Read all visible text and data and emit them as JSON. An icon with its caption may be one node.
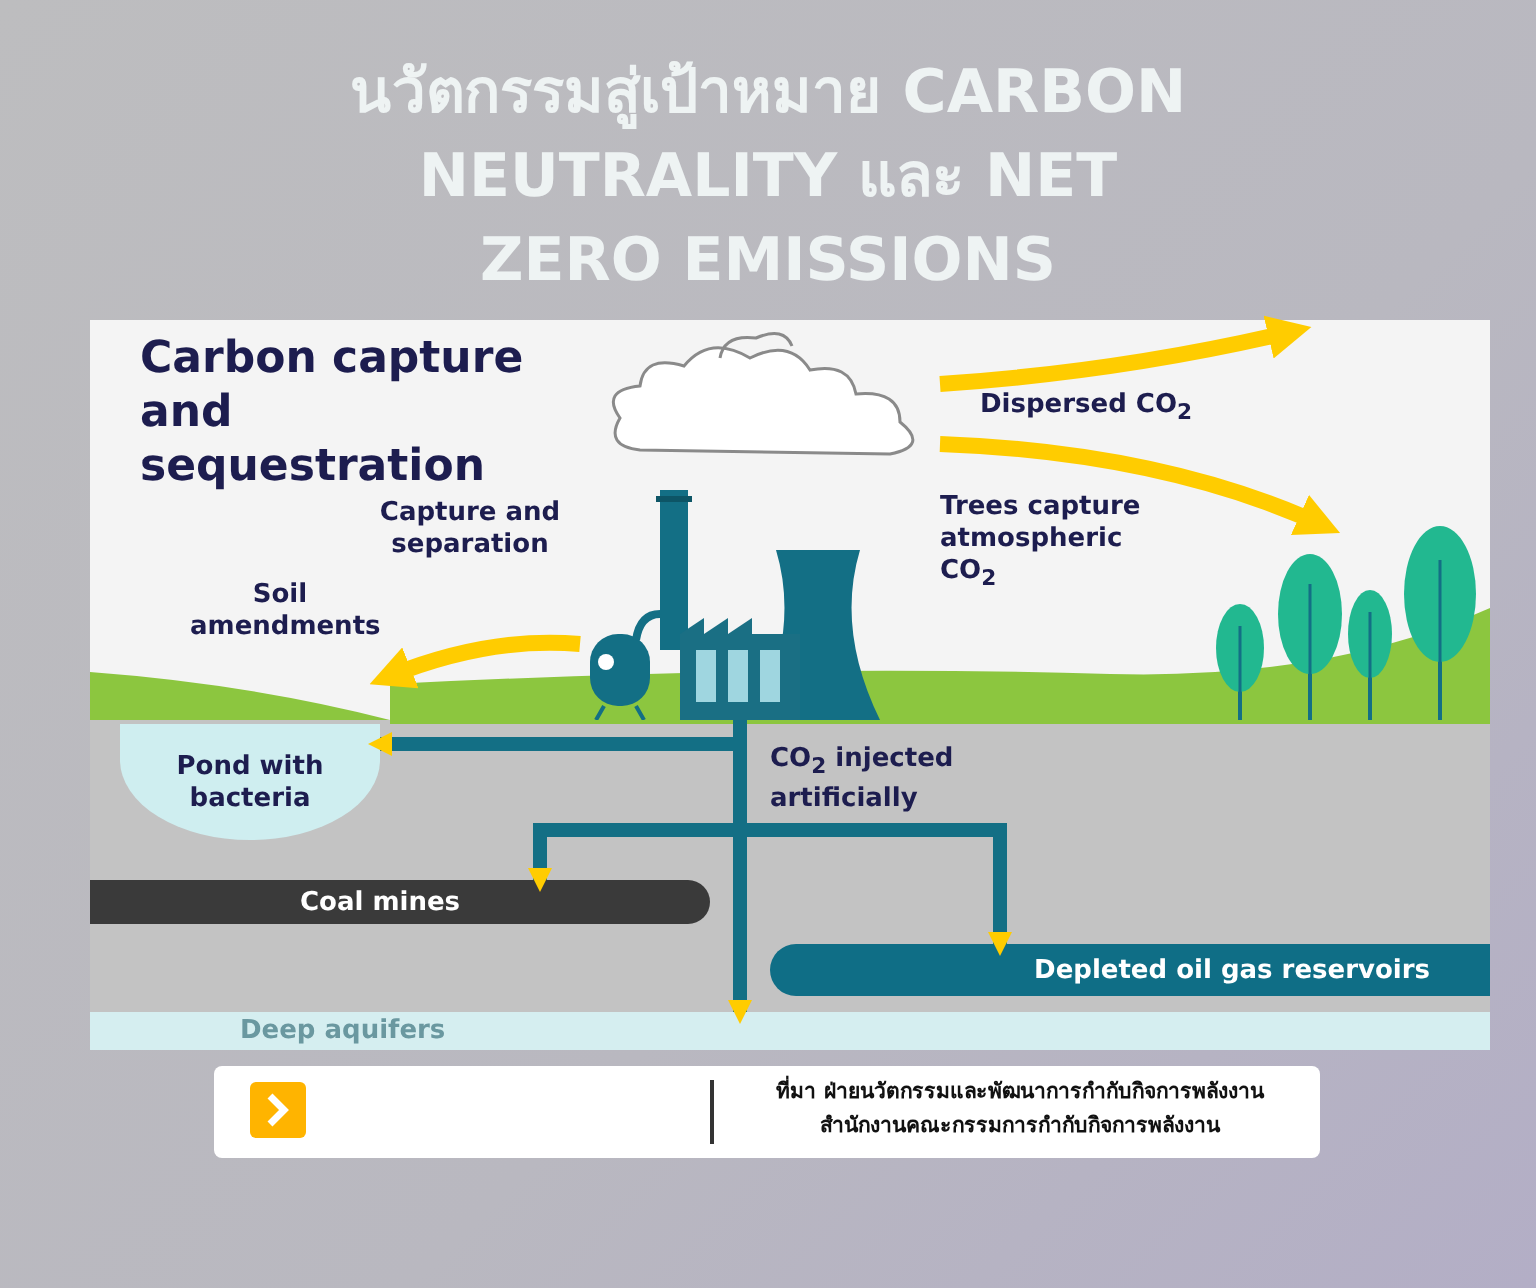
{
  "diagram": {
    "title": "นวัตกรรมสู่เป้าหมาย CARBON NEUTRALITY และ NET ZERO EMISSIONS",
    "nodes": [
      {
        "text": [],
        "shape": "picture",
        "beside": [
          "Capture and separation"
        ]
      },
      {
        "text": [],
        "shape": "cloud"
      },
      {
        "text": [],
        "shape": "picture"
      },
      {
        "text": [
          "Soil amendments"
        ]
      },
      {
        "text": [
          "Pond with bacteria"
        ]
      },
      {
        "text": [
          "Coal mines"
        ]
      },
      {
        "text": [
          "Depleted oil gas reservoirs"
        ]
      },
      {
        "text": [
          "Deep aquifers"
        ]
      }
    ],
    "edges": [
      {
        "from": 0,
        "to": 3,
        "arrow": "to",
        "color": "#ffcc00"
      },
      {
        "from": 1,
        "to": null,
        "arrow": "to",
        "label": "Dispersed CO$_{2}$",
        "color": "#ffcc00"
      },
      {
        "from": 1,
        "to": 2,
        "arrow": "to",
        "label": "Trees capture atmospheric CO$_{2}$",
        "color": "#ffcc00"
      },
      {
        "from": 0,
        "to": 4,
        "arrow": "to"
      },
      {
        "from": 0,
        "to": 5,
        "arrow": "to"
      },
      {
        "from": 0,
        "to": 6,
        "arrow": "to"
      },
      {
        "from": 0,
        "to": 7,
        "arrow": "to"
      }
    ],
    "labels": [
      "Carbon capture and sequestration",
      "CO$_{2}$ injected artificially",
      "ที่มา ฝ่ายนวัตกรรมและพัฒนาการกำกับกิจการพลังงาน สำนักงานคณะกรรมการกำกับกิจการพลังงาน"
    ]
  }
}
